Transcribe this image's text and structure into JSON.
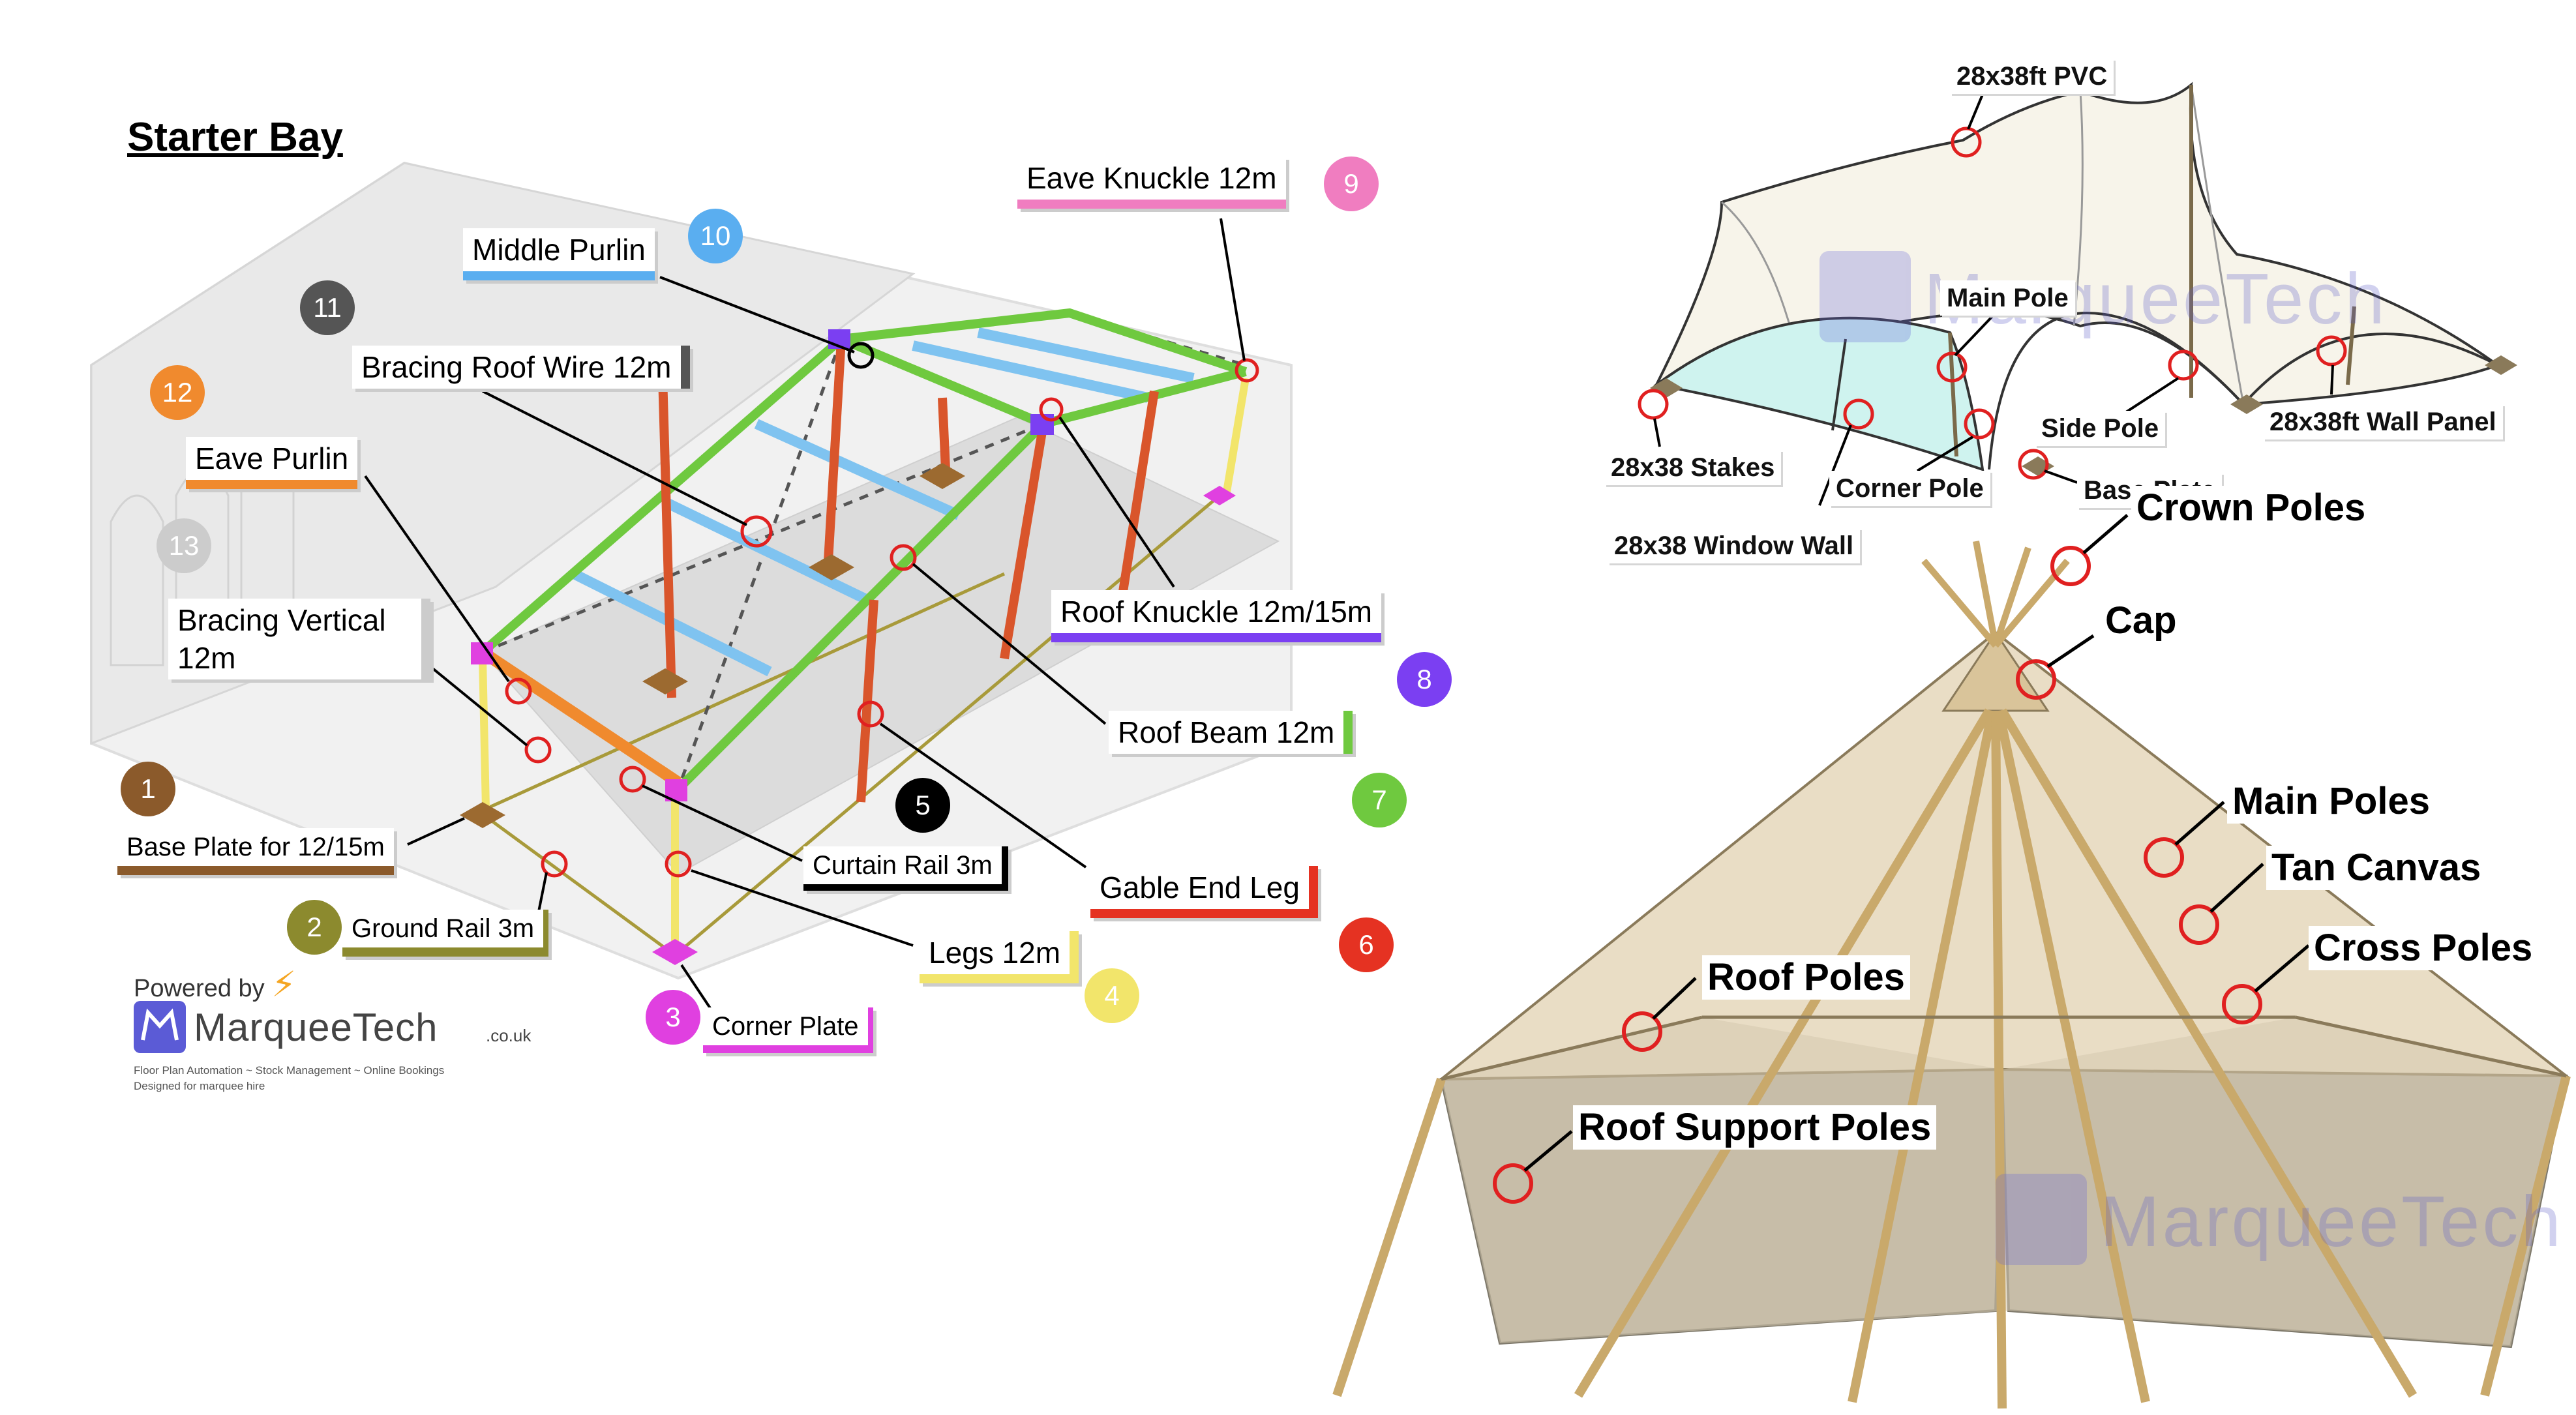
{
  "starter_bay": {
    "title": "Starter Bay",
    "items": [
      {
        "num": "1",
        "label": "Base Plate for 12/15m",
        "color": "#8B5A2B"
      },
      {
        "num": "2",
        "label": "Ground Rail 3m",
        "color": "#8C8A2E"
      },
      {
        "num": "3",
        "label": "Corner Plate",
        "color": "#E040E0"
      },
      {
        "num": "4",
        "label": "Legs 12m",
        "color": "#F2E56B"
      },
      {
        "num": "5",
        "label": "Curtain Rail 3m",
        "color": "#000000"
      },
      {
        "num": "6",
        "label": "Gable End Leg",
        "color": "#E53222"
      },
      {
        "num": "7",
        "label": "Roof Beam 12m",
        "color": "#6FC93F"
      },
      {
        "num": "8",
        "label": "Roof Knuckle 12m/15m",
        "color": "#7B3FF2"
      },
      {
        "num": "9",
        "label": "Eave Knuckle 12m",
        "color": "#F07DC0"
      },
      {
        "num": "10",
        "label": "Middle Purlin",
        "color": "#5AAEF0"
      },
      {
        "num": "11",
        "label": "Bracing Roof Wire 12m",
        "color": "#555555"
      },
      {
        "num": "12",
        "label": "Eave Purlin",
        "color": "#F08A2E"
      },
      {
        "num": "13",
        "label": "Bracing Vertical 12m",
        "color": "#CCCCCC"
      }
    ]
  },
  "branding": {
    "powered_by": "Powered by",
    "brand": "MarqueeTech",
    "tld": ".co.uk",
    "tagline_1": "Floor Plan Automation ~ Stock Management ~ Online Bookings",
    "tagline_2": "Designed for marquee hire"
  },
  "stretch_tent": {
    "labels": [
      "28x38ft PVC",
      "Main Pole",
      "28x38 Stakes",
      "Side Pole",
      "28x38ft Wall Panel",
      "Corner Pole",
      "Base Plate",
      "28x38 Window Wall"
    ]
  },
  "tipi": {
    "labels": [
      "Crown Poles",
      "Cap",
      "Main Poles",
      "Tan Canvas",
      "Cross Poles",
      "Roof Poles",
      "Roof Support Poles"
    ]
  },
  "watermark": "MarqueeTech",
  "colors": {
    "leg": "#D9552B",
    "roof_beam": "#6FC93F",
    "purlin": "#7FC3F0",
    "eave_purlin": "#F08A2E",
    "ground_rail": "#A89A3A",
    "callout_circle": "#E02020",
    "canvas": "#E9DDC5",
    "pvc": "#F7F4EA"
  }
}
